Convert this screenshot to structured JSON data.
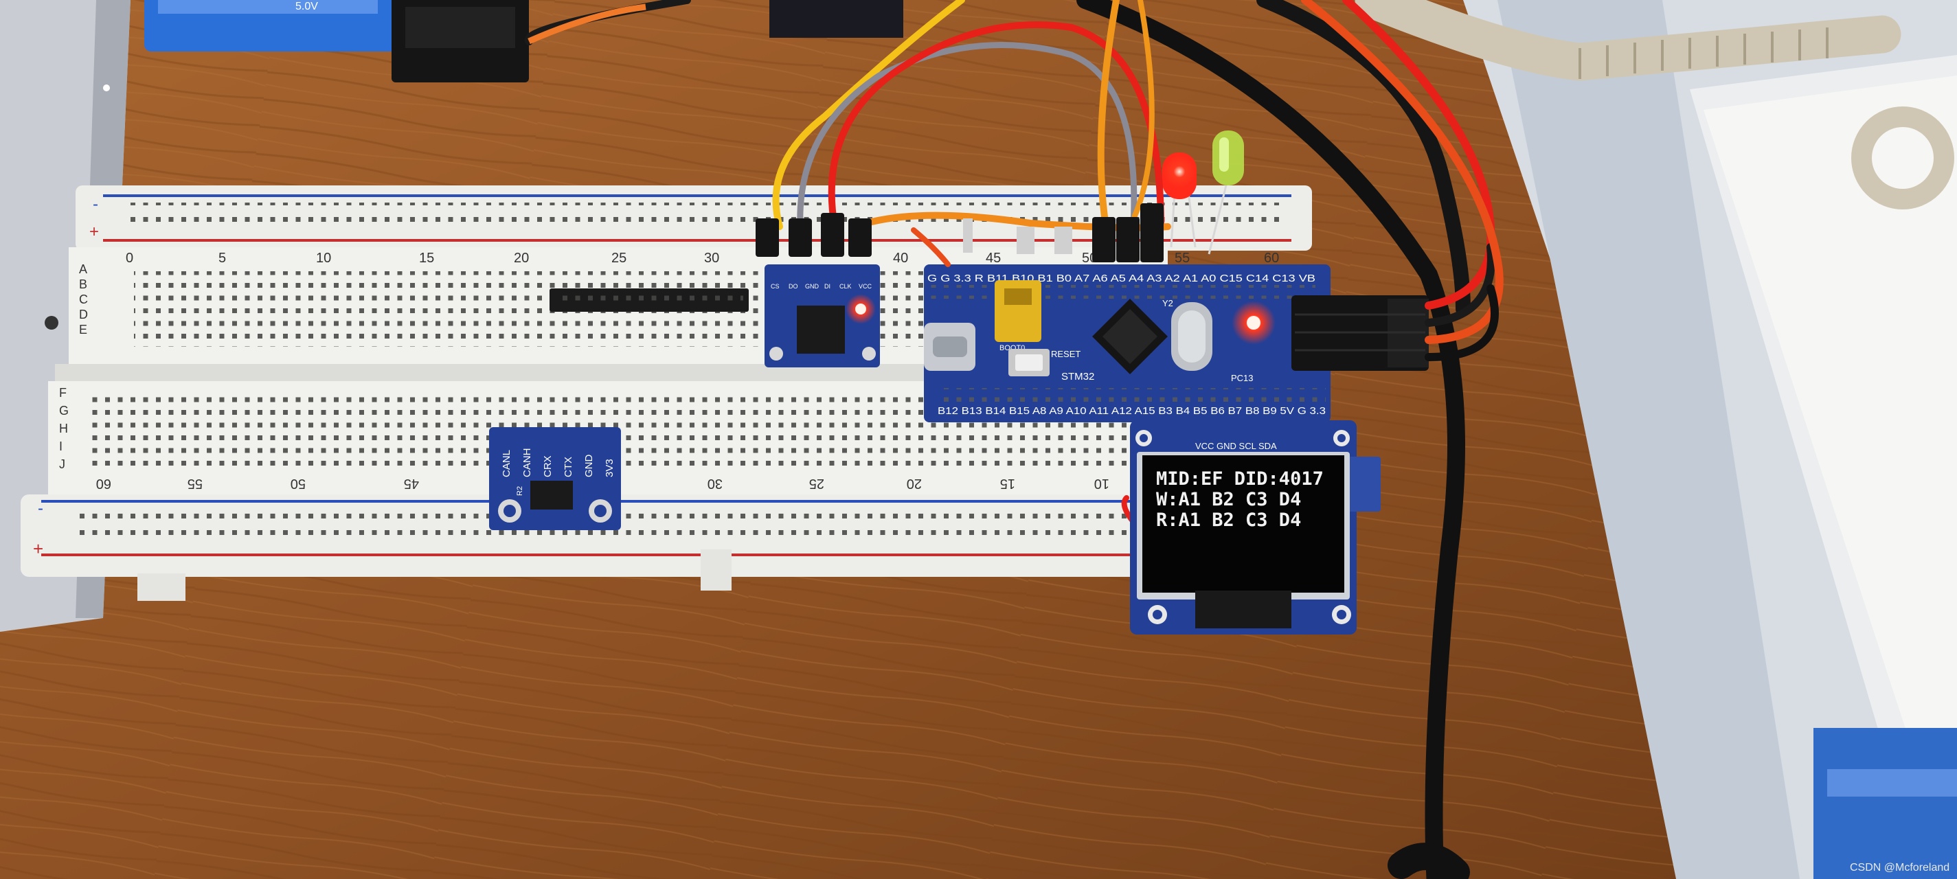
{
  "colors": {
    "desk": "#9a5a2a",
    "desk_dark": "#6b3a18",
    "breadboard": "#eeeeea",
    "pcb_blue": "#1e3a8a",
    "oled_text": "#f2f2f2",
    "led_red": "#ff2a1a",
    "led_green": "#b8e04a",
    "wire_red": "#e8201a",
    "wire_orange": "#f08a1a",
    "wire_yellow": "#f5c21a",
    "wire_gray": "#8a8a96",
    "wire_black": "#151515"
  },
  "breadboard": {
    "top_numbers": [
      "0",
      "5",
      "10",
      "15",
      "20",
      "25",
      "30",
      "40",
      "45",
      "50",
      "55",
      "60"
    ],
    "bottom_numbers": [
      "60",
      "55",
      "50",
      "45",
      "30",
      "25",
      "20",
      "15",
      "10"
    ],
    "row_letters_top": [
      "A",
      "B",
      "C",
      "D",
      "E"
    ],
    "row_letters_bottom": [
      "F",
      "G",
      "H",
      "I",
      "J"
    ],
    "rail_minus": "-",
    "rail_plus": "+"
  },
  "stm32_board": {
    "top_pins": "G G 3.3 R B11 B10 B1 B0 A7 A6 A5 A4 A3 A2 A1 A0 C15 C14 C13 VB",
    "bottom_pins": "B12 B13 B14 B15 A8 A9 A10 A11 A12 A15 B3 B4 B5 B6 B7 B8 B9 5V G 3.3",
    "reset_label": "RESET",
    "boot_label": "BOOT0",
    "chip_label": "STM32",
    "y2_label": "Y2",
    "pc13_label": "PC13"
  },
  "flash_module": {
    "pin_labels": [
      "CS",
      "DO",
      "GND",
      "DI",
      "CLK",
      "VCC"
    ]
  },
  "can_module": {
    "pin_labels": [
      "CANL",
      "CANH",
      "CRX",
      "CTX",
      "GND",
      "3V3"
    ],
    "r2_label": "R2"
  },
  "oled": {
    "header_pins": "VCC GND SCL SDA",
    "lines": [
      "MID:EF DID:4017",
      "W:A1 B2 C3 D4",
      "R:A1 B2 C3 D4"
    ]
  },
  "usb_stick": {
    "label": "5.0V"
  },
  "watermark": "CSDN @Mcforeland"
}
